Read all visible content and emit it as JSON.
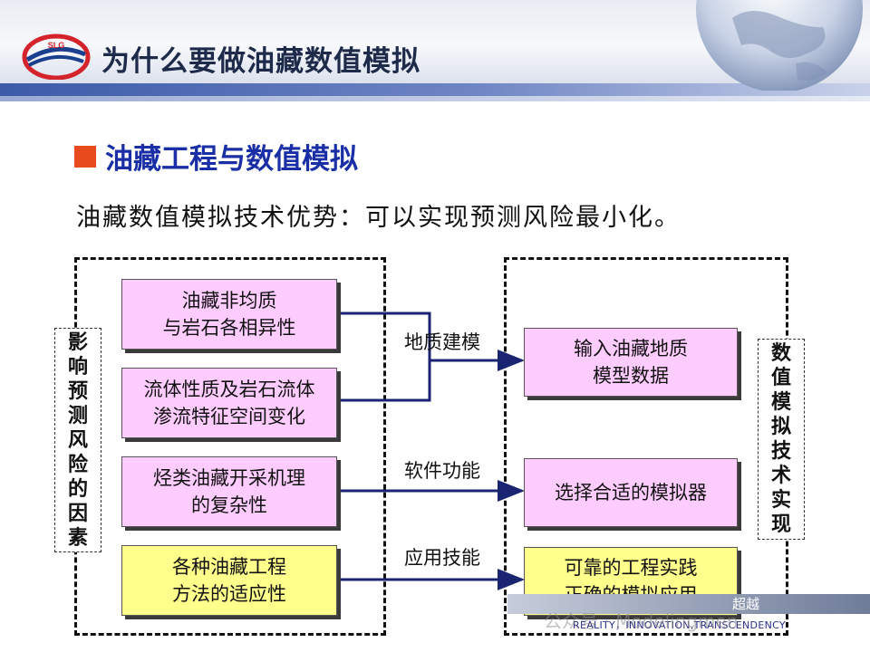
{
  "header": {
    "logo_text": "SLG",
    "title": "为什么要做油藏数值模拟"
  },
  "section": {
    "heading": "油藏工程与数值模拟",
    "subtitle": "油藏数值模拟技术优势：可以实现预测风险最小化。"
  },
  "left_group": {
    "label_chars": [
      "影",
      "响",
      "预",
      "测",
      "风",
      "险",
      "的",
      "因",
      "素"
    ],
    "boxes": [
      {
        "line1": "油藏非均质",
        "line2": "与岩石各相异性"
      },
      {
        "line1": "流体性质及岩石流体",
        "line2": "渗流特征空间变化"
      },
      {
        "line1": "烃类油藏开采机理",
        "line2": "的复杂性"
      },
      {
        "line1": "各种油藏工程",
        "line2": "方法的适应性"
      }
    ]
  },
  "right_group": {
    "label_chars": [
      "数",
      "值",
      "模",
      "拟",
      "技",
      "术",
      "实",
      "现"
    ],
    "boxes": [
      {
        "line1": "输入油藏地质",
        "line2": "模型数据"
      },
      {
        "line1": "选择合适的模拟器",
        "line2": ""
      },
      {
        "line1": "可靠的工程实践",
        "line2": "正确的模拟应用"
      }
    ]
  },
  "arrows": {
    "labels": [
      "地质建模",
      "软件功能",
      "应用技能"
    ]
  },
  "footer": {
    "cn_text": "超越",
    "en_text": "REALITY，INNOVATION,TRANSCENDENCY",
    "watermark": "公众号 · Modelingmen"
  },
  "colors": {
    "box_pink": "#ffccff",
    "box_yellow": "#ffff8c",
    "bullet": "#e84a1d",
    "heading": "#1a2fa6",
    "arrow": "#1a2470"
  }
}
